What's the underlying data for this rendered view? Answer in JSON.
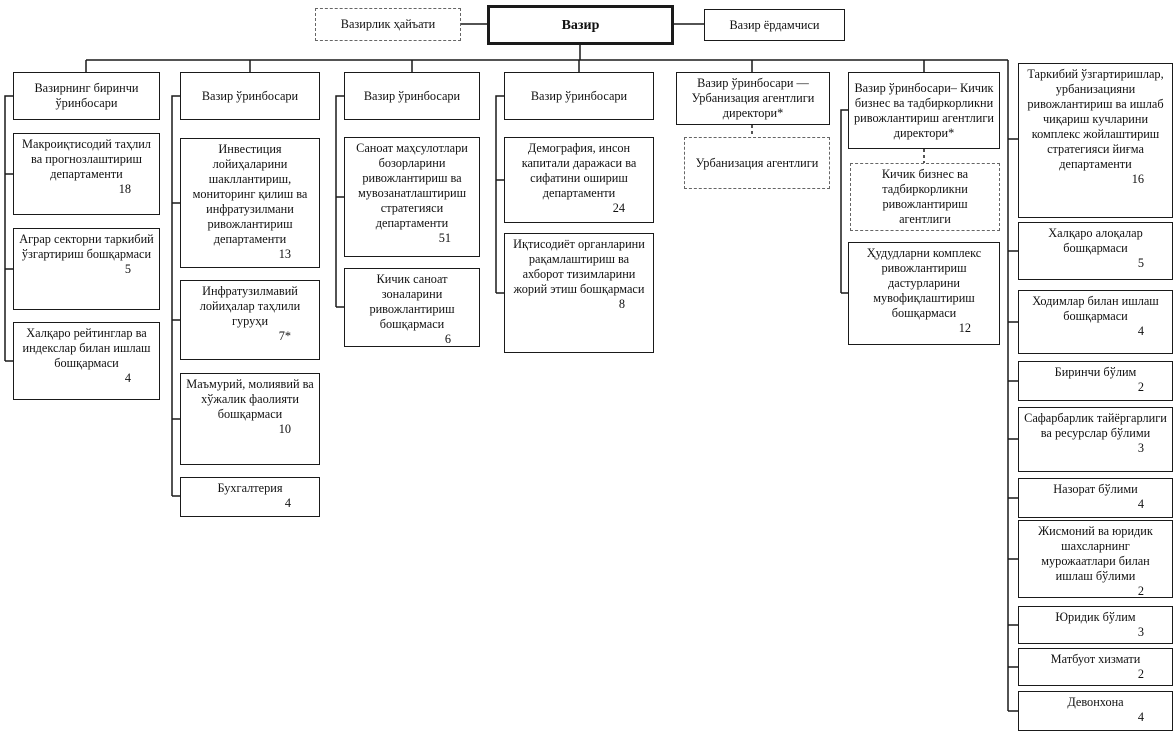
{
  "top": {
    "collegium": "Вазирлик ҳайъати",
    "minister": "Вазир",
    "assistant": "Вазир ёрдамчиси"
  },
  "columns": [
    {
      "header": "Вазирнинг биринчи ўринбосари",
      "units": [
        {
          "label": "Макроиқтисодий таҳлил ва прогнозлаштириш департаменти",
          "count": "18"
        },
        {
          "label": "Аграр секторни таркибий ўзгартириш бошқармаси",
          "count": "5"
        },
        {
          "label": "Халқаро рейтинглар ва индекслар билан ишлаш бошқармаси",
          "count": "4"
        }
      ]
    },
    {
      "header": "Вазир ўринбосари",
      "units": [
        {
          "label": "Инвестиция лойиҳаларини шакллантириш, мониторинг қилиш ва инфратузилмани ривожлантириш департаменти",
          "count": "13"
        },
        {
          "label": "Инфратузилмавий лойиҳалар таҳлили гуруҳи",
          "count": "7*"
        },
        {
          "label": "Маъмурий, молиявий ва хўжалик фаолияти бошқармаси",
          "count": "10"
        },
        {
          "label": "Бухгалтерия",
          "count": "4"
        }
      ]
    },
    {
      "header": "Вазир ўринбосари",
      "units": [
        {
          "label": "Саноат маҳсулотлари бозорларини ривожлантириш ва мувозанатлаштириш стратегияси департаменти",
          "count": "51"
        },
        {
          "label": "Кичик саноат зоналарини ривожлантириш бошқармаси",
          "count": "6"
        }
      ]
    },
    {
      "header": "Вазир ўринбосари",
      "units": [
        {
          "label": "Демография, инсон капитали даражаси ва сифатини ошириш департаменти",
          "count": "24"
        },
        {
          "label": "Иқтисодиёт органларини рақамлаштириш ва ахборот тизимларини жорий этиш бошқармаси",
          "count": "8"
        }
      ]
    },
    {
      "header": "Вазир ўринбосари — Урбанизация агентлиги директори*",
      "agency": "Урбанизация агентлиги",
      "units": []
    },
    {
      "header": "Вазир ўринбосари– Кичик бизнес ва тадбиркорликни ривожлантириш агентлиги директори*",
      "agency": "Кичик бизнес ва тадбиркорликни ривожлантириш агентлиги",
      "units": [
        {
          "label": "Ҳудудларни комплекс ривожлантириш дастурларини мувофиқлаштириш бошқармаси",
          "count": "12"
        }
      ]
    }
  ],
  "right_stack": {
    "units": [
      {
        "label": "Таркибий ўзгартиришлар, урбанизацияни ривожлантириш ва ишлаб чиқариш кучларини комплекс жойлаштириш стратегияси йиғма департаменти",
        "count": "16"
      },
      {
        "label": "Халқаро алоқалар бошқармаси",
        "count": "5"
      },
      {
        "label": "Ходимлар билан ишлаш бошқармаси",
        "count": "4"
      },
      {
        "label": "Биринчи бўлим",
        "count": "2"
      },
      {
        "label": "Сафарбарлик тайёргарлиги ва ресурслар бўлими",
        "count": "3"
      },
      {
        "label": "Назорат бўлими",
        "count": "4"
      },
      {
        "label": "Жисмоний ва юридик шахсларнинг мурожаатлари билан ишлаш бўлими",
        "count": "2"
      },
      {
        "label": "Юридик бўлим",
        "count": "3"
      },
      {
        "label": "Матбуот хизмати",
        "count": "2"
      },
      {
        "label": "Девонхона",
        "count": "4"
      }
    ]
  },
  "colors": {
    "line": "#1a1a1a"
  }
}
